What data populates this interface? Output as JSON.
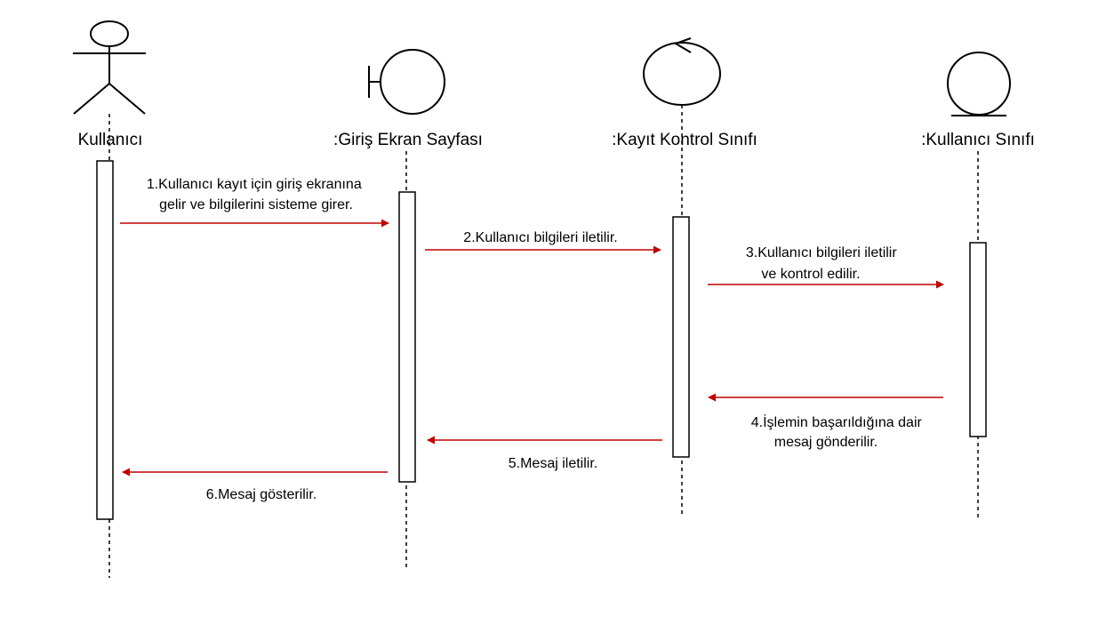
{
  "diagram": {
    "type": "sequence",
    "colors": {
      "message": "#c00000",
      "line": "#000000"
    },
    "participants": [
      {
        "id": "user",
        "kind": "actor-icon",
        "label": "Kullanıcı"
      },
      {
        "id": "boundary",
        "kind": "boundary-icon",
        "label": ":Giriş Ekran Sayfası"
      },
      {
        "id": "control",
        "kind": "control-icon",
        "label": ":Kayıt Kontrol Sınıfı"
      },
      {
        "id": "entity",
        "kind": "entity-icon",
        "label": ":Kullanıcı Sınıfı"
      }
    ],
    "messages": [
      {
        "from": "user",
        "to": "boundary",
        "lines": [
          "1.Kullanıcı kayıt için giriş ekranına",
          "gelir ve bilgilerini sisteme girer."
        ]
      },
      {
        "from": "boundary",
        "to": "control",
        "lines": [
          "2.Kullanıcı bilgileri iletilir."
        ]
      },
      {
        "from": "control",
        "to": "entity",
        "lines": [
          "3.Kullanıcı bilgileri iletilir",
          "ve kontrol edilir."
        ]
      },
      {
        "from": "entity",
        "to": "control",
        "lines": [
          "4.İşlemin başarıldığına dair",
          "mesaj gönderilir."
        ]
      },
      {
        "from": "control",
        "to": "boundary",
        "lines": [
          "5.Mesaj iletilir."
        ]
      },
      {
        "from": "boundary",
        "to": "user",
        "lines": [
          "6.Mesaj gösterilir."
        ]
      }
    ]
  }
}
